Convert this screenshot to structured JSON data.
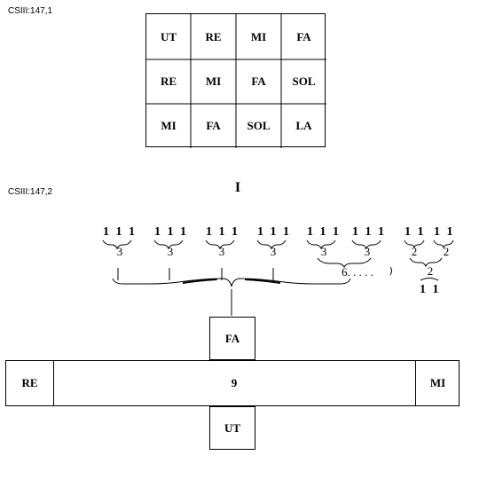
{
  "labels": {
    "top": "CSIII:147,1",
    "bottom": "CSIII:147,2"
  },
  "grid": [
    [
      "UT",
      "RE",
      "MI",
      "FA"
    ],
    [
      "RE",
      "MI",
      "FA",
      "SOL"
    ],
    [
      "MI",
      "FA",
      "SOL",
      "LA"
    ]
  ],
  "roman": "I",
  "ones": {
    "g1": "1 1 1",
    "g2": "1 1 1",
    "g3": "1 1 1",
    "g4": "1 1 1",
    "g5": "1 1 1",
    "g6": "1 1 1",
    "g7": "1 1",
    "g8": "1 1",
    "g9": "1 1"
  },
  "counts": {
    "c1": "3",
    "c2": "3",
    "c3": "3",
    "c4": "3",
    "c5": "3",
    "c6": "3",
    "c7": "2",
    "c8": "2",
    "c9": "2",
    "six": "6. . . . ."
  },
  "boxes": {
    "top": "FA",
    "left": "RE",
    "center": "9",
    "right": "MI",
    "bottom": "UT"
  }
}
